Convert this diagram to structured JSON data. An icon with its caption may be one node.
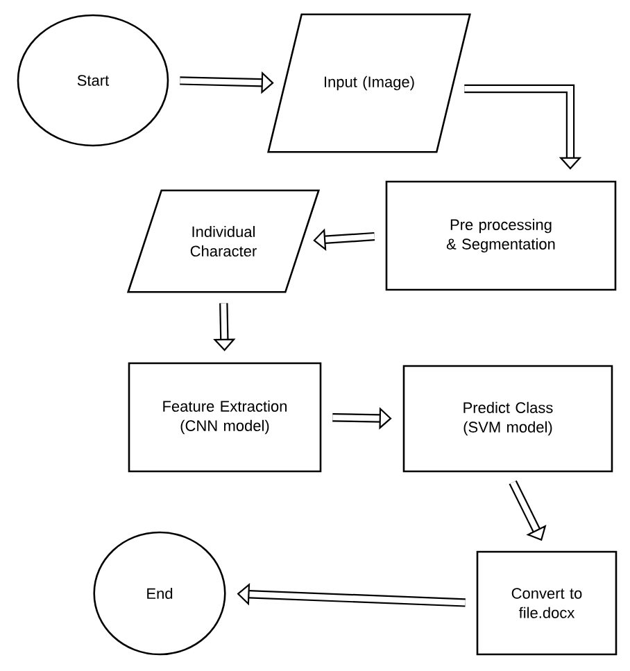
{
  "diagram": {
    "nodes": [
      {
        "text": [
          "Start"
        ]
      },
      {
        "text": [
          "Input (Image)"
        ]
      },
      {
        "text": [
          "Pre processing & Segmentation"
        ]
      },
      {
        "text": [
          "Individual Character"
        ]
      },
      {
        "text": [
          "Feature Extraction (CNN model)"
        ]
      },
      {
        "text": [
          "Predict Class (SVM model)"
        ]
      },
      {
        "text": [
          "Convert to file.docx"
        ]
      },
      {
        "text": [
          "End"
        ]
      }
    ],
    "edges": [
      {
        "from": 0,
        "to": 1,
        "arrow": "to"
      },
      {
        "from": 1,
        "to": 2,
        "arrow": "to"
      },
      {
        "from": 2,
        "to": 3,
        "arrow": "to"
      },
      {
        "from": 3,
        "to": 4,
        "arrow": "to"
      },
      {
        "from": 4,
        "to": 5,
        "arrow": "to"
      },
      {
        "from": 5,
        "to": 6,
        "arrow": "to"
      },
      {
        "from": 6,
        "to": 7,
        "arrow": "to"
      }
    ]
  }
}
